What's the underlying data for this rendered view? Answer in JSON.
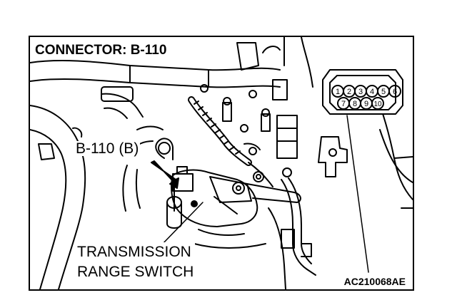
{
  "connector": {
    "title": "CONNECTOR: B-110",
    "callout": "B-110 (B)",
    "pins_top": [
      "1",
      "2",
      "3",
      "4",
      "5",
      "6"
    ],
    "pins_bottom": [
      "7",
      "8",
      "9",
      "10"
    ]
  },
  "component": {
    "line1": "TRANSMISSION",
    "line2": "RANGE SWITCH"
  },
  "figure_code": "AC210068AE"
}
